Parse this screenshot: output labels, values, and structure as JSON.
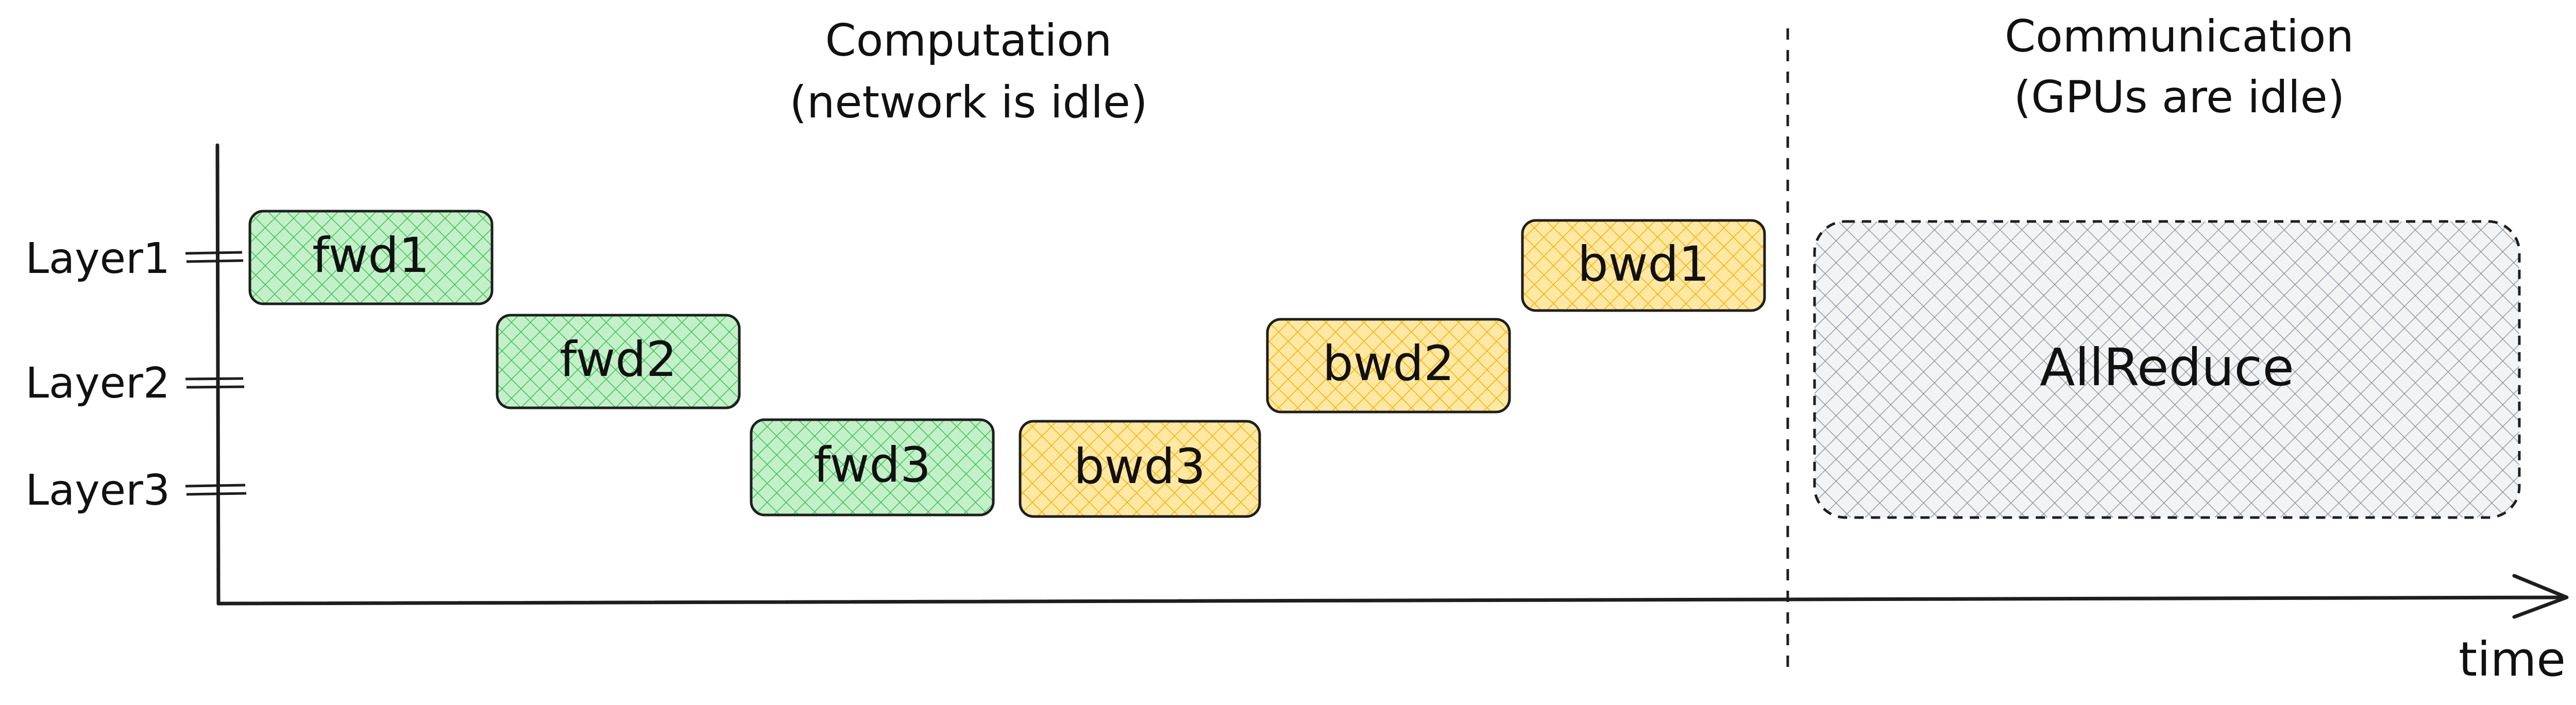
{
  "header": {
    "computation_title": "Computation",
    "computation_subtitle": "(network is idle)",
    "communication_title": "Communication",
    "communication_subtitle": "(GPUs are idle)"
  },
  "axis": {
    "x_label": "time"
  },
  "layers": [
    {
      "label": "Layer1"
    },
    {
      "label": "Layer2"
    },
    {
      "label": "Layer3"
    }
  ],
  "blocks": {
    "fwd1": "fwd1",
    "fwd2": "fwd2",
    "fwd3": "fwd3",
    "bwd3": "bwd3",
    "bwd2": "bwd2",
    "bwd1": "bwd1",
    "allreduce": "AllReduce"
  },
  "colors": {
    "forward": "#b2f2bb",
    "forward_hatch": "#2f9e44",
    "backward": "#ffec99",
    "backward_hatch": "#f08c00",
    "allreduce": "#e9ecef",
    "allreduce_hatch": "#868e96",
    "stroke": "#1e1e1e"
  }
}
